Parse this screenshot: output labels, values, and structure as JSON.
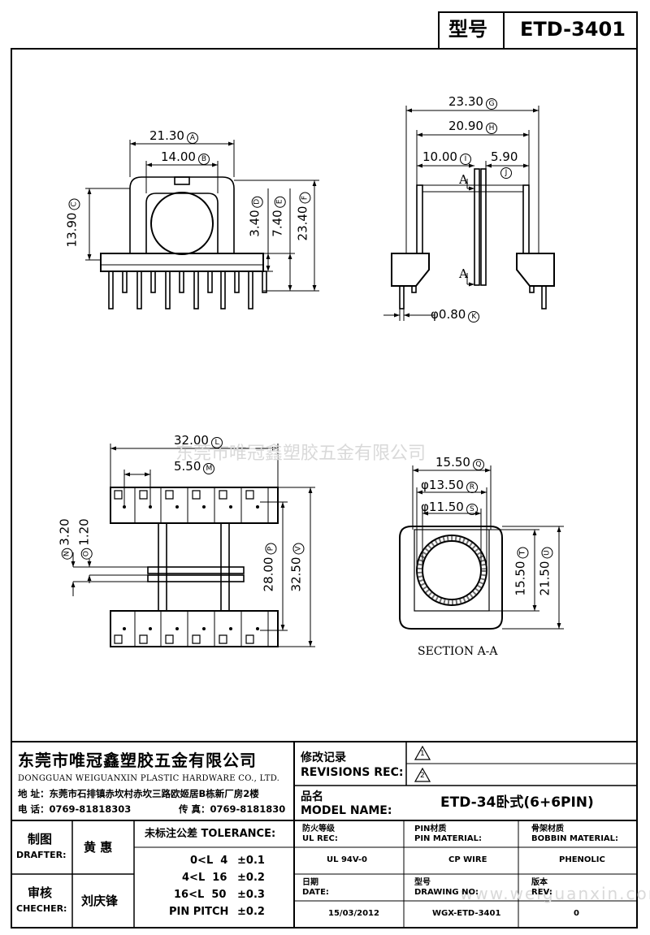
{
  "header": {
    "model_label": "型号",
    "model_value": "ETD-3401"
  },
  "dims": {
    "A": "21.30",
    "B": "14.00",
    "C": "13.90",
    "D": "3.40",
    "E": "7.40",
    "F": "23.40",
    "G": "23.30",
    "H": "20.90",
    "I": "10.00",
    "J": "5.90",
    "K": "φ0.80",
    "L": "32.00",
    "M": "5.50",
    "N": "3.20",
    "O": "1.20",
    "P": "28.00",
    "V": "32.50",
    "Q": "15.50",
    "R": "φ13.50",
    "S": "φ11.50",
    "T": "15.50",
    "U": "21.50"
  },
  "labels": {
    "section_mark": "A",
    "section_caption": "SECTION A-A"
  },
  "watermarks": {
    "center": "东莞市唯冠鑫塑胶五金有限公司",
    "url": "www.weiguanxin.com"
  },
  "company": {
    "name_cn": "东莞市唯冠鑫塑胶五金有限公司",
    "name_en": "DONGGUAN WEIGUANXIN PLASTIC HARDWARE CO., LTD.",
    "address": "地 址：东莞市石排镇赤坎村赤坎三路欧姬居B栋新厂房2楼",
    "phone": "电 话：0769-81818303",
    "fax": "传 真：0769-8181830"
  },
  "revisions": {
    "label_cn": "修改记录",
    "label_en": "REVISIONS REC:",
    "marks": [
      "1",
      "2"
    ]
  },
  "model_name": {
    "label_cn": "品名",
    "label_en": "MODEL NAME:",
    "value": "ETD-34卧式(6+6PIN)"
  },
  "drafter": {
    "label_cn": "制图",
    "label_en": "DRAFTER:",
    "name": "黄 惠"
  },
  "checker": {
    "label_cn": "审核",
    "label_en": "CHECHER:",
    "name": "刘庆锋"
  },
  "tolerance": {
    "title": "未标注公差 TOLERANCE:",
    "rows": [
      {
        "range": "0<L  4",
        "tol": "±0.1"
      },
      {
        "range": "4<L  16",
        "tol": "±0.2"
      },
      {
        "range": "16<L  50",
        "tol": "±0.3"
      },
      {
        "range": "PIN PITCH",
        "tol": "±0.2"
      }
    ]
  },
  "ul": {
    "label_cn": "防火等级",
    "label_en": "UL REC:",
    "value": "UL 94V-0"
  },
  "pin_material": {
    "label_cn": "PIN材质",
    "label_en": "PIN MATERIAL:",
    "value": "CP WIRE"
  },
  "bobbin_material": {
    "label_cn": "骨架材质",
    "label_en": "BOBBIN MATERIAL:",
    "value": "PHENOLIC"
  },
  "date": {
    "label_cn": "日期",
    "label_en": "DATE:",
    "value": "15/03/2012"
  },
  "drawing_no": {
    "label_cn": "型号",
    "label_en": "DRAWING NO:",
    "value": "WGX-ETD-3401"
  },
  "rev": {
    "label_cn": "版本",
    "label_en": "REV:",
    "value": "0"
  }
}
